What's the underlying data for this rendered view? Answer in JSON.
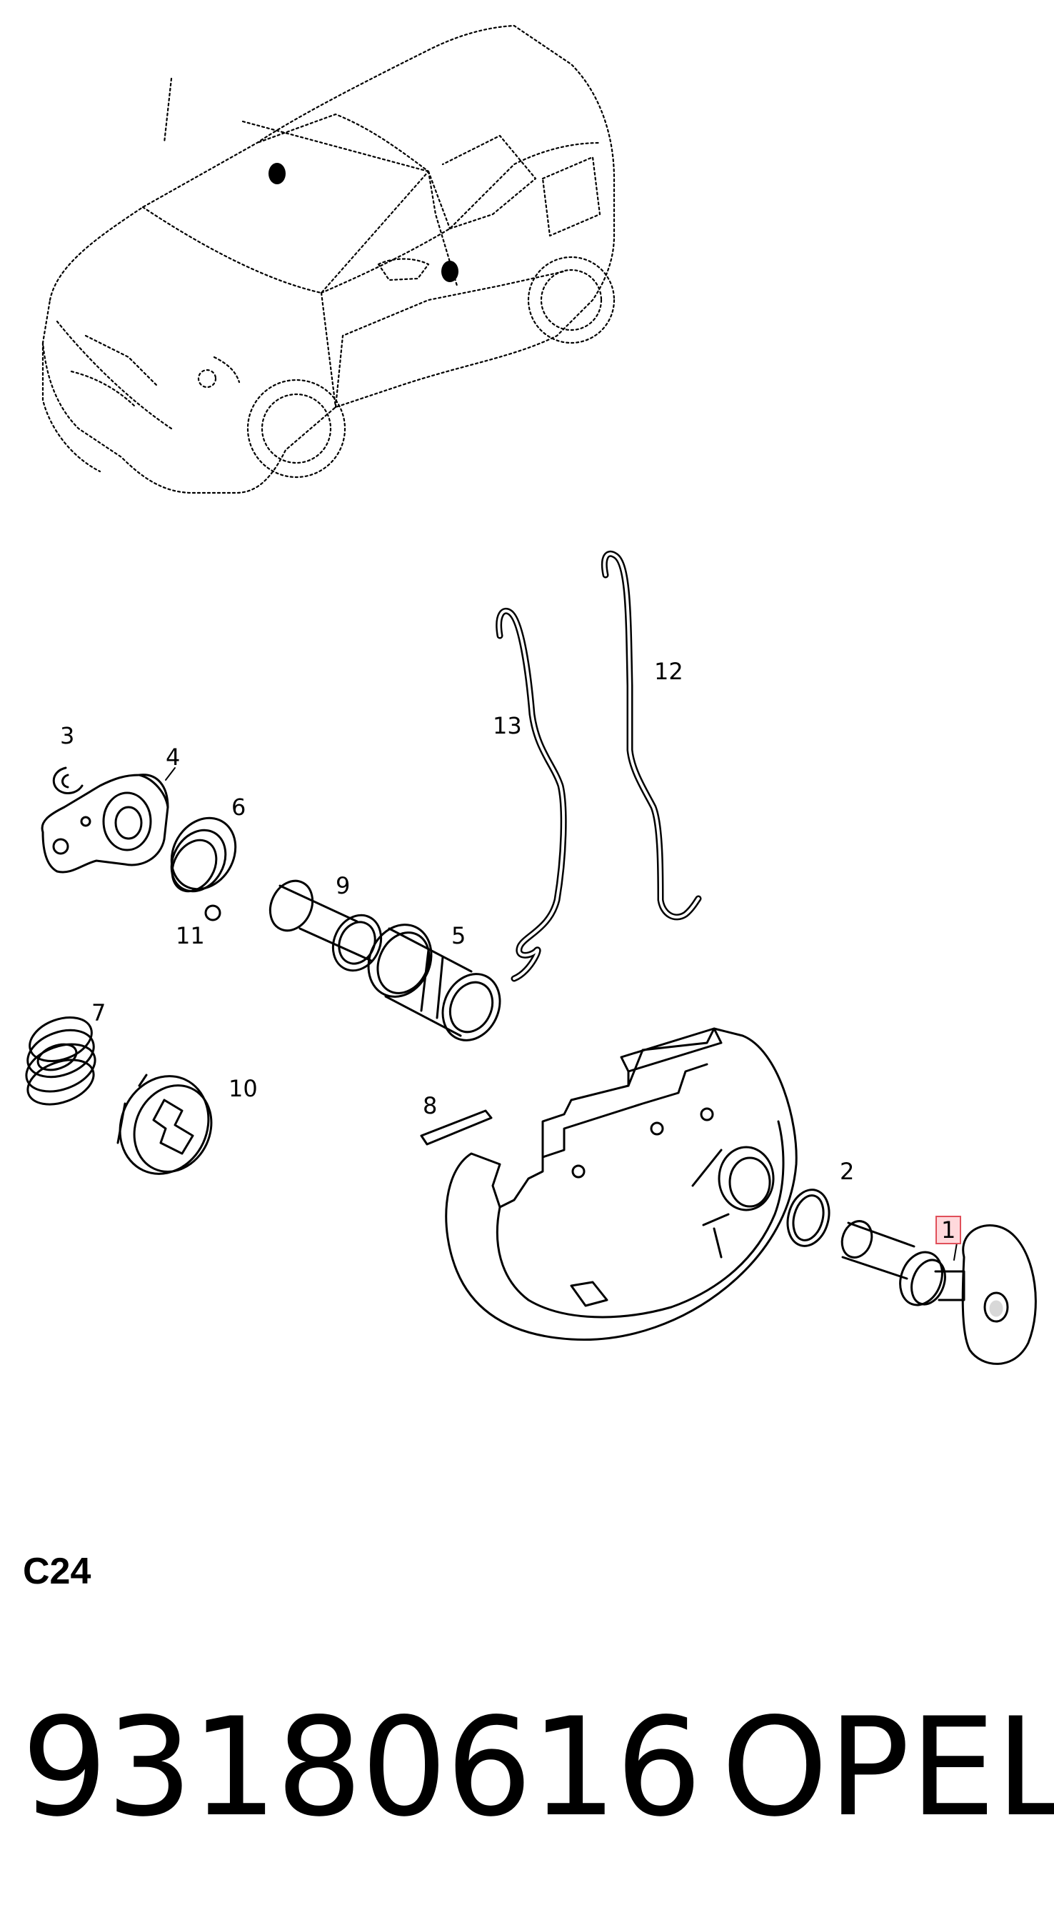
{
  "diagram": {
    "callouts": [
      {
        "id": "1",
        "label": "1",
        "highlighted": true
      },
      {
        "id": "2",
        "label": "2"
      },
      {
        "id": "3",
        "label": "3"
      },
      {
        "id": "4",
        "label": "4"
      },
      {
        "id": "5",
        "label": "5"
      },
      {
        "id": "6",
        "label": "6"
      },
      {
        "id": "7",
        "label": "7"
      },
      {
        "id": "8",
        "label": "8"
      },
      {
        "id": "9",
        "label": "9"
      },
      {
        "id": "10",
        "label": "10"
      },
      {
        "id": "11",
        "label": "11"
      },
      {
        "id": "12",
        "label": "12"
      },
      {
        "id": "13",
        "label": "13"
      }
    ],
    "highlight_color": "#e0505a",
    "highlight_fill": "#ffd9dc"
  },
  "footer": {
    "section_code": "C24",
    "part_number": "93180616",
    "brand": "OPEL"
  }
}
